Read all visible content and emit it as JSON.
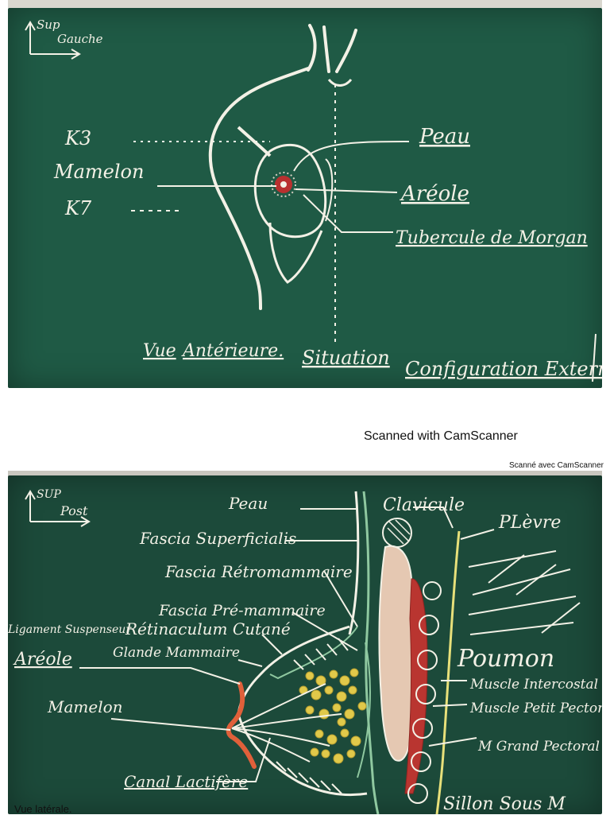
{
  "board1": {
    "axis_sup": "Sup",
    "axis_side": "Gauche",
    "label_k3": "K3",
    "label_mamelon": "Mamelon",
    "label_k7": "K7",
    "label_peau": "Peau",
    "label_areole": "Aréole",
    "label_tubercule": "Tubercule de Morgan",
    "footer_vue": "Vue",
    "footer_anterieure": "Antérieure.",
    "footer_situation": "Situation",
    "footer_configuration": "Configuration Externe"
  },
  "scan_stamp": "Scanned with CamScanner",
  "scan_stamp_small": "Scanné avec CamScanner",
  "board2": {
    "axis_sup": "SUP",
    "axis_post": "Post",
    "label_peau": "Peau",
    "label_clavicule": "Clavicule",
    "label_plevre": "PLèvre",
    "label_fascia_sup": "Fascia Superficialis",
    "label_fascia_retro": "Fascia Rétromammaire",
    "label_fascia_pre": "Fascia Pré-mammaire",
    "label_ligament": "Ligament Suspenseur",
    "label_retinaculum": "Rétinaculum Cutané",
    "label_glande": "Glande Mammaire",
    "label_areole": "Aréole",
    "label_mamelon": "Mamelon",
    "label_poumon": "Poumon",
    "label_intercostal": "Muscle Intercostal",
    "label_petit_pectoral": "Muscle Petit Pectoral",
    "label_grand_pectoral": "M Grand Pectoral",
    "label_canal": "Canal Lactifère",
    "label_sillon": "Sillon Sous M"
  },
  "caption": "Vue latérale."
}
